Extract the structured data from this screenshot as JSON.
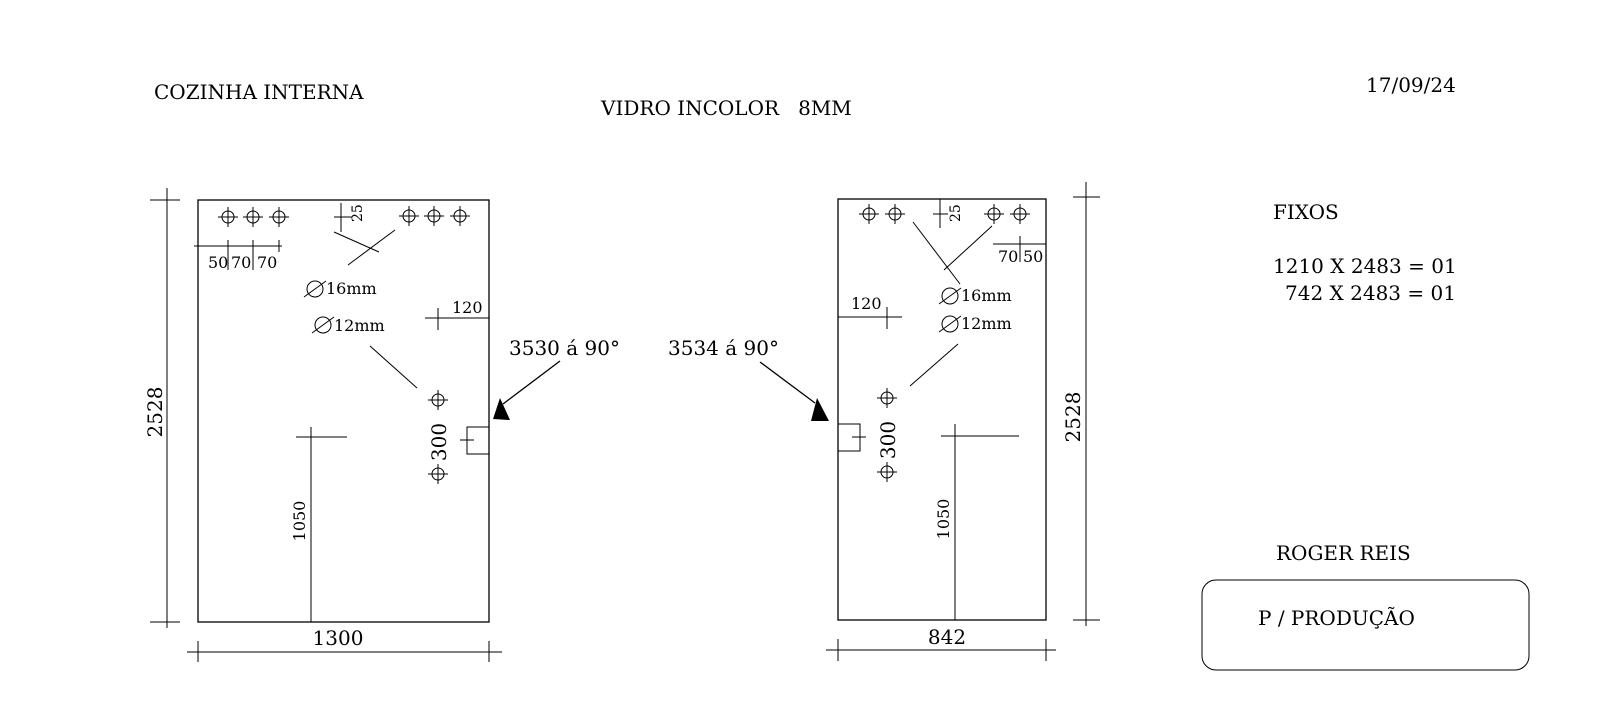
{
  "header": {
    "project": "COZINHA INTERNA",
    "material": "VIDRO INCOLOR   8MM",
    "date": "17/09/24"
  },
  "panel_left": {
    "height": "2528",
    "width": "1300",
    "angle_note": "3530 á 90°",
    "dim_50": "50",
    "dim_70a": "70",
    "dim_70b": "70",
    "dim_25": "25",
    "dim_120": "120",
    "dim_300": "300",
    "dim_1050": "1050",
    "hole_16": "16mm",
    "hole_12": "12mm"
  },
  "panel_right": {
    "height": "2528",
    "width": "842",
    "angle_note": "3534 á 90°",
    "dim_25": "25",
    "dim_70": "70",
    "dim_50": "50",
    "dim_120": "120",
    "dim_300": "300",
    "dim_1050": "1050",
    "hole_16": "16mm",
    "hole_12": "12mm"
  },
  "summary": {
    "title": "FIXOS",
    "line1": "1210 X 2483 = 01",
    "line2": "742 X 2483 = 01"
  },
  "author": "ROGER REIS",
  "stamp": "P / PRODUÇÃO"
}
